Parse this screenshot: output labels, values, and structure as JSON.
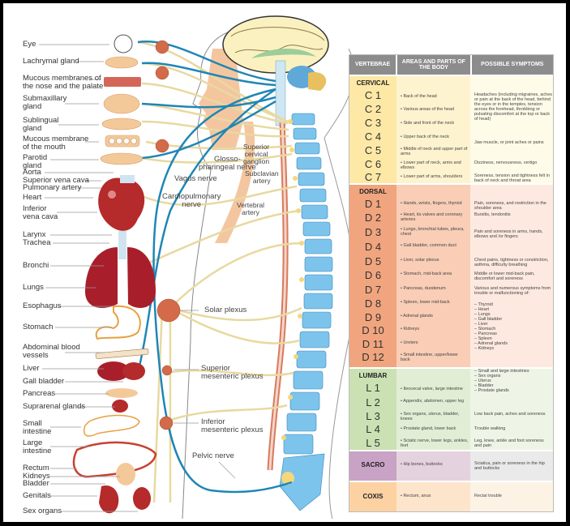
{
  "left_labels": [
    {
      "lines": [
        "Eye"
      ]
    },
    {
      "lines": [
        "Lachrymal gland"
      ]
    },
    {
      "lines": [
        "Mucous membranes of",
        "the nose and the palate"
      ]
    },
    {
      "lines": [
        "Submaxillary",
        "gland"
      ]
    },
    {
      "lines": [
        "Sublingual",
        "gland"
      ]
    },
    {
      "lines": [
        "Mucous membrane",
        "of the mouth"
      ]
    },
    {
      "lines": [
        "Parotid",
        "gland"
      ]
    },
    {
      "lines": [
        "Aorta"
      ]
    },
    {
      "lines": [
        "Superior vena cava"
      ]
    },
    {
      "lines": [
        "Pulmonary artery"
      ]
    },
    {
      "lines": [
        "Heart"
      ]
    },
    {
      "lines": [
        "Inferior",
        "vena cava"
      ]
    },
    {
      "lines": [
        "Larynx"
      ]
    },
    {
      "lines": [
        "Trachea"
      ]
    },
    {
      "lines": [
        "Bronchi"
      ]
    },
    {
      "lines": [
        "Lungs"
      ]
    },
    {
      "lines": [
        "Esophagus"
      ]
    },
    {
      "lines": [
        "Stomach"
      ]
    },
    {
      "lines": [
        "Abdominal blood",
        "vessels"
      ]
    },
    {
      "lines": [
        "Liver"
      ]
    },
    {
      "lines": [
        "Gall bladder"
      ]
    },
    {
      "lines": [
        "Pancreas"
      ]
    },
    {
      "lines": [
        "Suprarenal glands"
      ]
    },
    {
      "lines": [
        "Small",
        "intestine"
      ]
    },
    {
      "lines": [
        "Large",
        "intestine"
      ]
    },
    {
      "lines": [
        "Rectum"
      ]
    },
    {
      "lines": [
        "Kidneys"
      ]
    },
    {
      "lines": [
        "Bladder"
      ]
    },
    {
      "lines": [
        "Genitals"
      ]
    },
    {
      "lines": [
        "Sex organs"
      ]
    }
  ],
  "nerve_labels": {
    "glosso": [
      "Glosso-",
      "pharingeal nerve"
    ],
    "vagus": [
      "Vagus nerve"
    ],
    "cardio": [
      "Cardiopulmonary",
      "nerve"
    ],
    "sup_cervical": [
      "Superior",
      "cervical",
      "ganglion"
    ],
    "subclavian": [
      "Subclavian",
      "artery"
    ],
    "vertebral": [
      "Vertebral",
      "artery"
    ],
    "solar": [
      "Solar plexus"
    ],
    "sup_mesenteric": [
      "Superior",
      "mesenteric plexus"
    ],
    "inf_mesenteric": [
      "Inferior",
      "mesenteric plexus"
    ],
    "pelvic": [
      "Pelvic nerve"
    ]
  },
  "table": {
    "headers": [
      "VERTEBRAE",
      "AREAS AND PARTS OF THE BODY",
      "POSSIBLE SYMPTOMS"
    ],
    "sections": [
      {
        "name": "CERVICAL",
        "vertebrae": [
          "C 1",
          "C 2",
          "C 3",
          "C 4",
          "C 5",
          "C 6",
          "C 7"
        ],
        "areas": [
          "• Back of the head",
          "• Various areas of the head",
          "• Side and front of the neck",
          "• Upper back of the neck",
          "• Middle of neck and upper part of arms",
          "• Lower part of neck, arms and elbows",
          "• Lower part of arms, shoulders"
        ],
        "symptoms": [
          "Headaches (including migraines, aches or pain at the back of the head, behind the eyes or in the temples, tension across the forehead, throbbing or pulsating discomfort at the top or back of head)",
          "Jaw muscle, or joint aches or pains",
          "Dizziness, nervousness, vertigo",
          "Soreness, tension and tightness felt in back of neck and throat area"
        ]
      },
      {
        "name": "DORSAL",
        "vertebrae": [
          "D 1",
          "D 2",
          "D 3",
          "D 4",
          "D 5",
          "D 6",
          "D 7",
          "D 8",
          "D 9",
          "D 10",
          "D 11",
          "D 12"
        ],
        "areas": [
          "• Hands, wrists, fingers, thyroid",
          "• Heart, its valves and coronary arteries",
          "• Lungs, bronchial tubes, pleura, chest",
          "• Gall bladder, common duct",
          "• Liver, solar plexus",
          "• Stomach, mid-back area",
          "• Pancreas, duodenum",
          "• Spleen, lower mid-back",
          "• Adrenal glands",
          "• Kidneys",
          "• Ureters",
          "• Small intestine, upper/lower back"
        ],
        "symptoms": [
          "Pain, soreness, and restriction in the shoulder area",
          "Bursitis, tendonitis",
          "Pain and soreness in arms, hands, elbows and /or fingers",
          "Chest pains, tightness or constriction, asthma, difficulty breathing",
          "Middle or lower mid-back pain, discomfort and soreness",
          "Various and numerous symptoms from trouble or malfunctioning of:",
          "– Thyroid\n– Heart\n– Lungs\n– Gall bladder\n– Liver\n– Stomach\n– Pancreas\n– Spleen\n– Adrenal glands\n– Kidneys"
        ]
      },
      {
        "name": "LUMBAR",
        "vertebrae": [
          "L 1",
          "L 2",
          "L 3",
          "L 4",
          "L 5"
        ],
        "areas": [
          "• Ileocecal valve, large intestine",
          "• Appendix, abdomen, upper leg",
          "• Sex organs, uterus, bladder, knees",
          "• Prostate gland, lower back",
          "• Sciatic nerve, lower legs, ankles, feet"
        ],
        "symptoms": [
          "– Small and large intestines\n– Sex organs\n– Uterus\n– Bladder\n– Prostate glands",
          "Low back pain, aches and soreness",
          "Trouble walking",
          "Leg, knee, ankle and foot soreness and pain"
        ]
      },
      {
        "name": "SACRO",
        "areas": [
          "• Hip bones, buttocks"
        ],
        "symptoms": [
          "Sciatica, pain or soreness in the hip and buttocks"
        ]
      },
      {
        "name": "COXIS",
        "areas": [
          "• Rectum, anus"
        ],
        "symptoms": [
          "Rectal trouble"
        ]
      }
    ]
  }
}
